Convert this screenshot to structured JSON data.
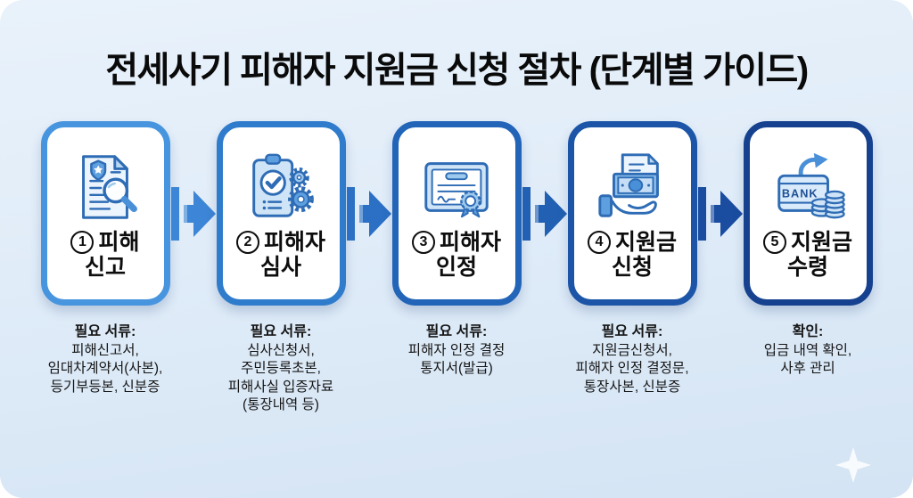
{
  "title": "전세사기 피해자 지원금 신청 절차 (단계별 가이드)",
  "colors": {
    "background_top": "#e9f2fb",
    "background_bottom": "#d4e4f4",
    "title_text": "#0a0a0a",
    "box_fill": "#ffffff"
  },
  "steps": [
    {
      "number": "1",
      "label_line1": "피해",
      "label_line2": "신고",
      "icon": "report-magnifier-icon",
      "box_border_color": "#4795df",
      "docs_heading": "필요 서류:",
      "docs_lines": [
        "피해신고서,",
        "임대차계약서(사본),",
        "등기부등본, 신분증"
      ]
    },
    {
      "number": "2",
      "label_line1": "피해자",
      "label_line2": "심사",
      "icon": "clipboard-check-gears-icon",
      "box_border_color": "#2f7ccc",
      "docs_heading": "필요 서류:",
      "docs_lines": [
        "심사신청서,",
        "주민등록초본,",
        "피해사실 입증자료",
        "(통장내역 등)"
      ]
    },
    {
      "number": "3",
      "label_line1": "피해자",
      "label_line2": "인정",
      "icon": "certificate-icon",
      "box_border_color": "#2264b8",
      "docs_heading": "필요 서류:",
      "docs_lines": [
        "피해자 인정 결정",
        "통지서(발급)"
      ]
    },
    {
      "number": "4",
      "label_line1": "지원금",
      "label_line2": "신청",
      "icon": "hand-money-icon",
      "box_border_color": "#1c55a8",
      "docs_heading": "필요 서류:",
      "docs_lines": [
        "지원금신청서,",
        "피해자 인정 결정문,",
        "통장사본, 신분증"
      ]
    },
    {
      "number": "5",
      "label_line1": "지원금",
      "label_line2": "수령",
      "icon": "bank-coins-arrow-icon",
      "icon_text": "BANK",
      "box_border_color": "#15418f",
      "docs_heading": "확인:",
      "docs_lines": [
        "입금 내역 확인,",
        "사후 관리"
      ]
    }
  ],
  "arrows": [
    {
      "color": "#3d85d6"
    },
    {
      "color": "#2b70c4"
    },
    {
      "color": "#2160b2"
    },
    {
      "color": "#1a4da0"
    }
  ]
}
